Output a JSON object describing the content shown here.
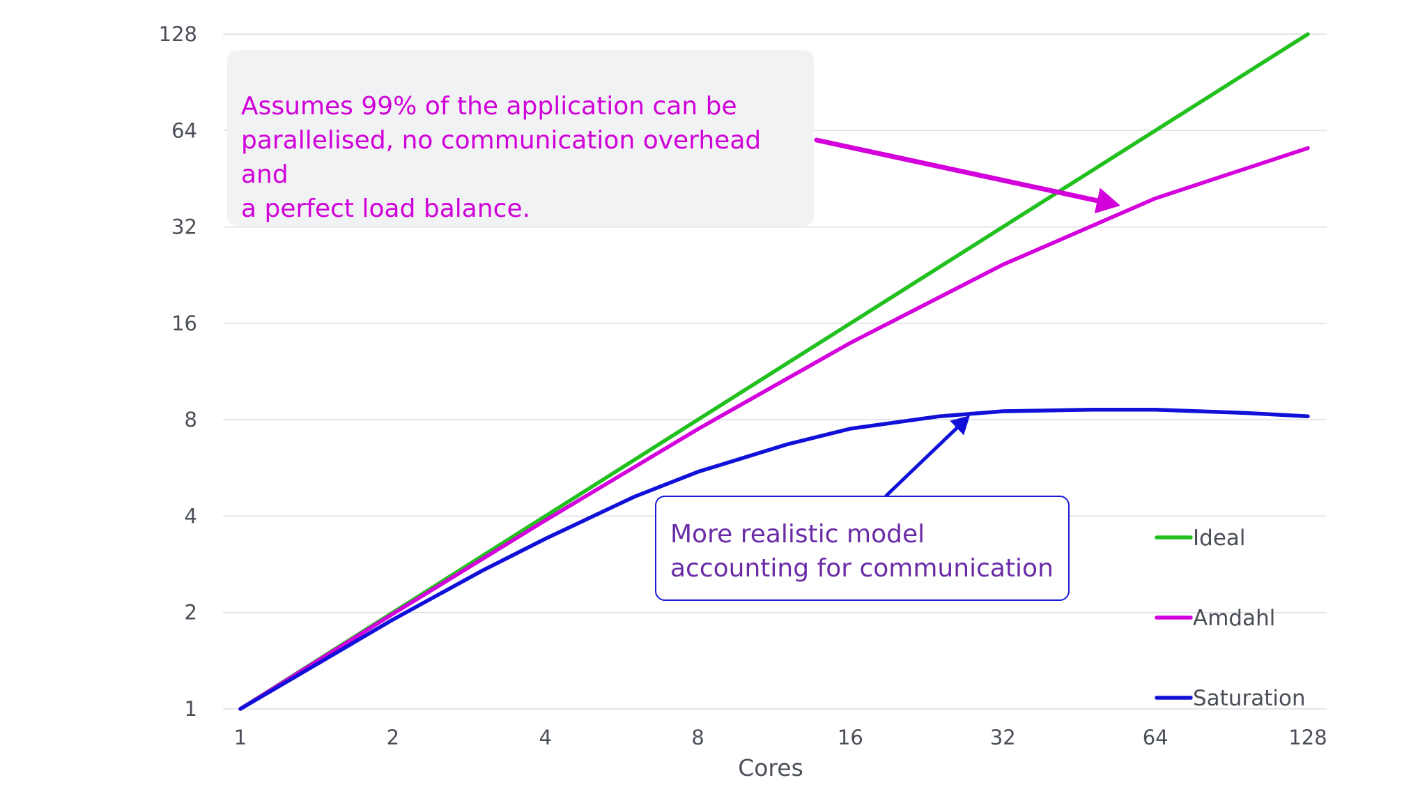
{
  "chart_data": {
    "type": "line",
    "title": "",
    "xlabel": "Cores",
    "ylabel": "",
    "xscale": "log2",
    "yscale": "log2",
    "xlim": [
      1,
      128
    ],
    "ylim": [
      1,
      128
    ],
    "x_ticks": [
      "1",
      "2",
      "4",
      "8",
      "16",
      "32",
      "64",
      "128"
    ],
    "y_ticks": [
      "1",
      "2",
      "4",
      "8",
      "16",
      "32",
      "64",
      "128"
    ],
    "grid": "horizontal",
    "legend_position": "right",
    "series": [
      {
        "name": "Ideal",
        "color": "#22c01f",
        "x": [
          1,
          2,
          4,
          8,
          16,
          32,
          64,
          128
        ],
        "y": [
          1,
          2,
          4,
          8,
          16,
          32,
          64,
          128
        ]
      },
      {
        "name": "Amdahl",
        "color": "#d400dc",
        "x": [
          1,
          2,
          4,
          8,
          16,
          32,
          64,
          128
        ],
        "y": [
          1,
          1.98,
          3.88,
          7.48,
          13.9,
          24.4,
          39.3,
          56.4
        ]
      },
      {
        "name": "Saturation",
        "color": "#1010d8",
        "x": [
          1,
          2,
          3,
          4,
          6,
          8,
          12,
          16,
          24,
          32,
          48,
          64,
          96,
          128
        ],
        "y": [
          1,
          1.9,
          2.7,
          3.4,
          4.6,
          5.5,
          6.7,
          7.5,
          8.2,
          8.5,
          8.6,
          8.6,
          8.4,
          8.2
        ]
      }
    ],
    "annotations": [
      {
        "text_lines": [
          "Assumes 99% of the application can be",
          "parallelised, no communication overhead and",
          "a perfect load balance."
        ],
        "target_series": "Amdahl"
      },
      {
        "text_lines": [
          "More realistic model",
          "accounting for communication"
        ],
        "target_series": "Saturation"
      }
    ]
  }
}
